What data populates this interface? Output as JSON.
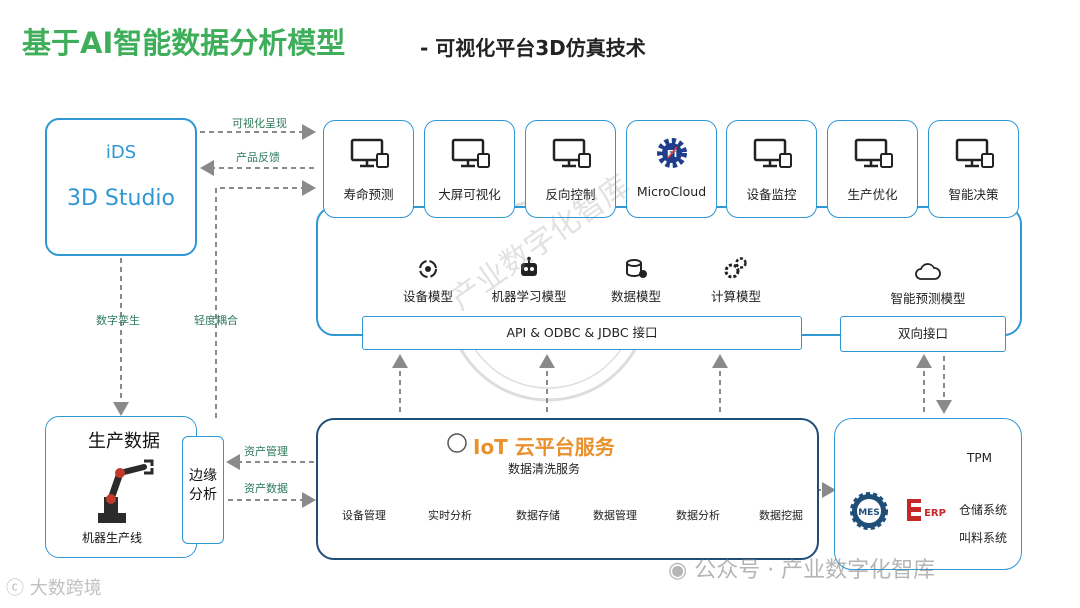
{
  "title": "基于AI智能数据分析模型",
  "subtitle": "- 可视化平台3D仿真技术",
  "ids_box": {
    "line1": "iDS",
    "line2": "3D Studio"
  },
  "links": {
    "visual": "可视化呈现",
    "feedback": "产品反馈",
    "twin": "数字孪生",
    "coupling": "轻度耦合",
    "asset_mgmt": "资产管理",
    "asset_data": "资产数据"
  },
  "apps": [
    {
      "label": "寿命预测",
      "icon": "monitor-icon"
    },
    {
      "label": "大屏可视化",
      "icon": "monitor-icon"
    },
    {
      "label": "反向控制",
      "icon": "monitor-icon"
    },
    {
      "label": "MicroCloud",
      "icon": "gear-logo-icon"
    },
    {
      "label": "设备监控",
      "icon": "monitor-icon"
    },
    {
      "label": "生产优化",
      "icon": "monitor-icon"
    },
    {
      "label": "智能决策",
      "icon": "monitor-icon"
    }
  ],
  "models": [
    {
      "label": "设备模型",
      "icon": "device-cycle-icon"
    },
    {
      "label": "机器学习模型",
      "icon": "robot-icon"
    },
    {
      "label": "数据模型",
      "icon": "database-gear-icon"
    },
    {
      "label": "计算模型",
      "icon": "gears-icon"
    },
    {
      "label": "智能预测模型",
      "icon": "cloud-icon"
    }
  ],
  "interfaces": {
    "api": "API & ODBC & JDBC 接口",
    "bidirectional": "双向接口"
  },
  "production": {
    "title": "生产数据",
    "caption": "机器生产线",
    "edge": "边缘分析"
  },
  "iot": {
    "title": "IoT 云平台服务",
    "cleaning": "数据清洗服务",
    "flow": [
      "设备管理",
      "实时分析",
      "数据存储",
      "数据管理",
      "数据分析",
      "数据挖掘"
    ]
  },
  "systems": {
    "mes": "MES",
    "erp": "ERP",
    "items": [
      "TPM",
      "仓储系统",
      "叫料系统"
    ]
  },
  "watermarks": {
    "stamp": "产业数字化智库",
    "wechat": "公众号 · 产业数字化智库",
    "logo": "大数跨境"
  },
  "colors": {
    "title_green": "#3fae5a",
    "border_blue": "#2f97d4",
    "iot_orange": "#e8912d",
    "arrow_grey": "#8a8a8a"
  }
}
